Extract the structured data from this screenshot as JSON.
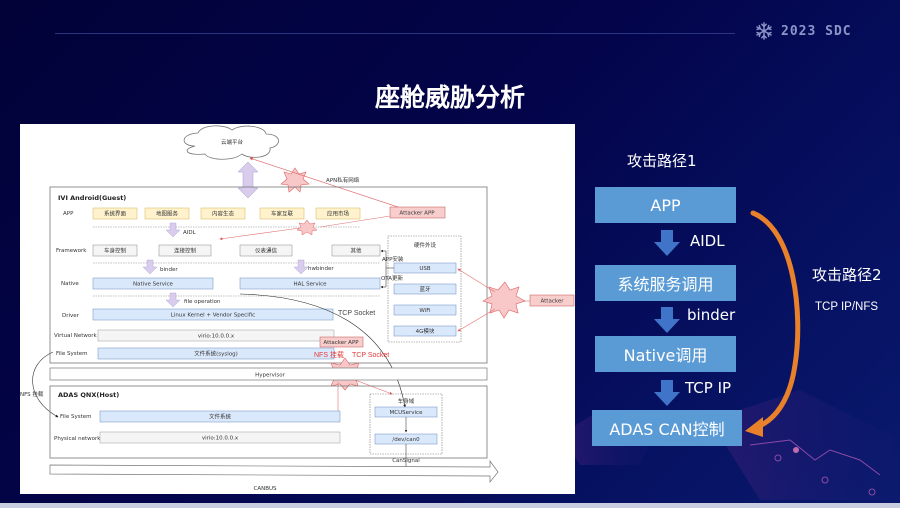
{
  "header": {
    "brand_icon": "snowflake-icon",
    "brand_text": "2023 SDC",
    "title": "座舱威胁分析"
  },
  "diagram": {
    "cloud_label": "云端平台",
    "apn_label": "APN私有网络",
    "guest_title": "IVI Android(Guest)",
    "layers": {
      "app": "APP",
      "framework": "Framework",
      "native": "Native",
      "driver": "Driver",
      "virtual_network": "Virtual Network",
      "file_system": "File System"
    },
    "app_boxes": [
      "系统界面",
      "地图服务",
      "内容生态",
      "车家互联",
      "应用市场"
    ],
    "framework_boxes": [
      "车身控制",
      "连接控制",
      "仪表通信",
      "其他"
    ],
    "aidl_label": "AIDL",
    "binder_label": "binder",
    "hwbinder_label": "hwbinder",
    "native_service": "Native Service",
    "hal_service": "HAL Service",
    "file_operation_label": "file operation",
    "driver_box": "Linux Kernel + Vendor Specific",
    "virtual_network_box": "virio:10.0.0.x",
    "file_system_box": "文件系统(syslog)",
    "hardware_title": "硬件外设",
    "hardware_items": [
      "USB",
      "蓝牙",
      "WiFi",
      "4G模块"
    ],
    "app_install_label": "APP安装",
    "ota_label": "OTA更新",
    "attacker_app_top": "Attacker APP",
    "attacker": "Attacker",
    "tcp_socket_label": "TCP Socket",
    "attacker_app_mid": "Attacker APP",
    "nfs_mount_label": "NFS 挂载",
    "tcp_socket_red": "TCP Socket",
    "hypervisor": "Hypervisor",
    "nfs_mount_left": "NFS 挂载",
    "host_title": "ADAS QNX(Host)",
    "host_layers": {
      "file_system": "File System",
      "physical_network": "Physical network"
    },
    "host_file_system_box": "文件系统",
    "host_network_box": "virio:10.0.0.x",
    "vehicle_domain_title": "车身域",
    "mcu_service": "MCUService",
    "dev_can": "/dev/can0",
    "can_signal": "CanSignal",
    "canbus": "CANBUS"
  },
  "flow": {
    "path1_title": "攻击路径1",
    "path2_title": "攻击路径2",
    "path2_sub": "TCP IP/NFS",
    "steps": [
      "APP",
      "系统服务调用",
      "Native调用",
      "ADAS CAN控制"
    ],
    "links": [
      "AIDL",
      "binder",
      "TCP IP"
    ],
    "colors": {
      "step_fill": "#5b9bd5",
      "arrow_fill": "#3f74c9",
      "curve": "#e8812a"
    }
  }
}
